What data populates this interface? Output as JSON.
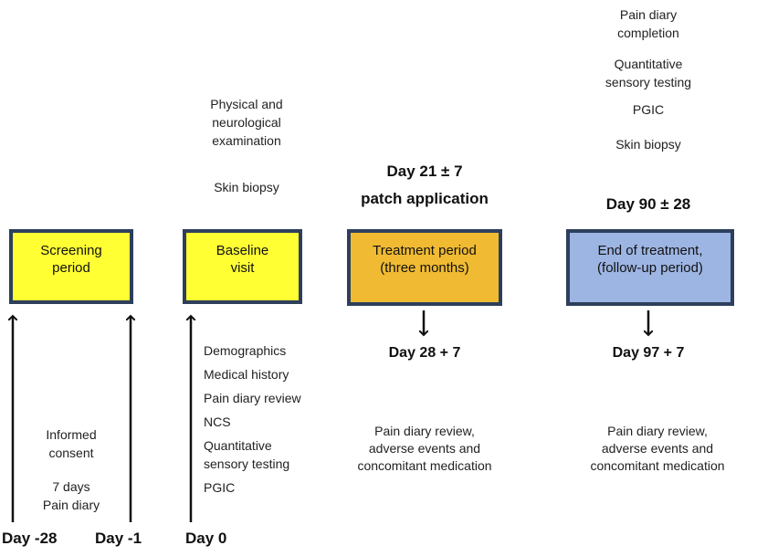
{
  "boxes": {
    "screening": {
      "line1": "Screening",
      "line2": "period",
      "fill": "#ffff33"
    },
    "baseline": {
      "line1": "Baseline",
      "line2": "visit",
      "fill": "#ffff33"
    },
    "treatment": {
      "line1": "Treatment period",
      "line2": "(three months)",
      "fill": "#f0bb32"
    },
    "end": {
      "line1": "End of treatment,",
      "line2": "(follow-up period)",
      "fill": "#9db5e3"
    }
  },
  "border_color": "#2e3f5c",
  "baseline_top": {
    "exam": [
      "Physical and",
      "neurological",
      "examination"
    ],
    "biopsy": "Skin biopsy"
  },
  "treatment_top": {
    "day": "Day 21 ± 7",
    "label": "patch application"
  },
  "end_top": {
    "items": [
      "Pain diary",
      "completion",
      "Quantitative",
      "sensory testing",
      "PGIC",
      "Skin biopsy"
    ],
    "day": "Day 90 ± 28"
  },
  "screening_bottom": {
    "consent": [
      "Informed",
      "consent"
    ],
    "diary": [
      "7 days",
      "Pain diary"
    ]
  },
  "baseline_bottom": [
    "Demographics",
    "Medical history",
    "Pain diary review",
    "NCS",
    "Quantitative",
    "sensory testing",
    "PGIC"
  ],
  "treatment_bottom": {
    "day": "Day 28 + 7",
    "notes": [
      "Pain diary review,",
      "adverse events and",
      "concomitant medication"
    ]
  },
  "end_bottom": {
    "day": "Day 97 + 7",
    "notes": [
      "Pain diary review,",
      "adverse events and",
      "concomitant medication"
    ]
  },
  "day_labels": {
    "day_minus_28": "Day -28",
    "day_minus_1": "Day -1",
    "day_0": "Day 0"
  }
}
